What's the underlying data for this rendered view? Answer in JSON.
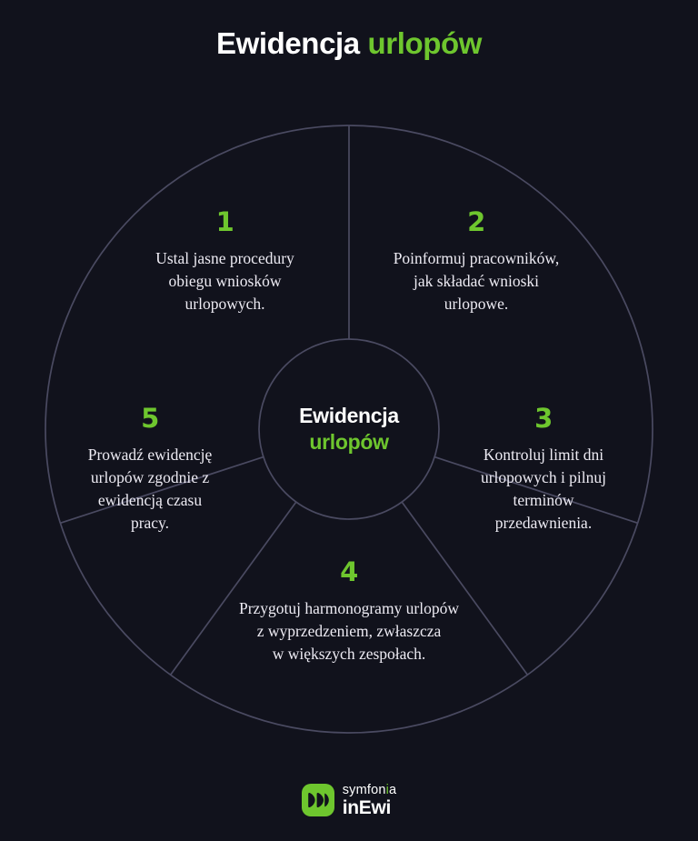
{
  "title": {
    "white_part": "Ewidencja",
    "green_part": "urlopów"
  },
  "center_hub": {
    "line1": "Ewidencja",
    "line2": "urlopów"
  },
  "segments": [
    {
      "number": "1",
      "text": "Ustal jasne procedury\nobiegu wniosków\nurlopowych."
    },
    {
      "number": "2",
      "text": "Poinformuj pracowników,\njak składać wnioski\nurlopowe."
    },
    {
      "number": "3",
      "text": "Kontroluj limit dni\nurlopowych i pilnuj\nterminów\nprzedawnienia."
    },
    {
      "number": "4",
      "text": "Przygotuj harmonogramy urlopów\nz wyprzedzeniem, zwłaszcza\nw większych zespołach."
    },
    {
      "number": "5",
      "text": "Prowadź ewidencję\nurlopów zgodnie z\newidencją czasu\npracy."
    }
  ],
  "footer": {
    "brand_top": "symfon",
    "brand_top_dot": "i",
    "brand_top_end": "a",
    "brand_main": "inEwi",
    "logo_icon": "symfonia-inewi-logo-icon"
  },
  "colors": {
    "background": "#11121c",
    "accent_green": "#6ec62e",
    "text_white": "#ffffff",
    "body_text": "#edebf3",
    "wheel_line": "#4a4a61"
  },
  "wheel": {
    "sector_count": 5,
    "outer_radius": 335,
    "inner_radius": 99,
    "line_color": "#4a4a61",
    "line_width": 1.6
  }
}
